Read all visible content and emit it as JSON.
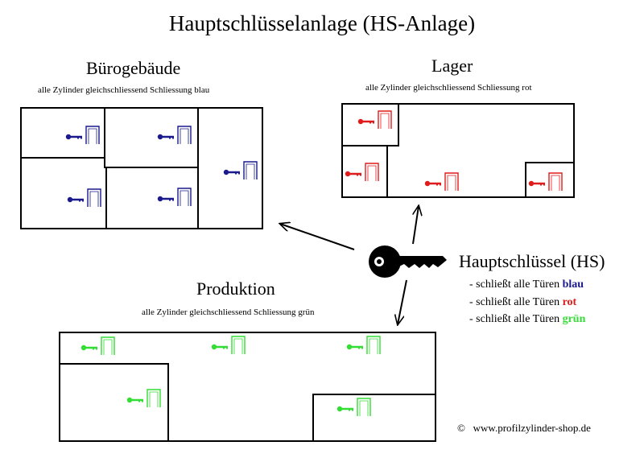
{
  "title": "Hauptschlüsselanlage  (HS-Anlage)",
  "colors": {
    "blau": "#1a1a8c",
    "rot": "#e01b1b",
    "gruen": "#33dd33",
    "line": "#000000"
  },
  "sections": {
    "buero": {
      "title": "Bürogebäude",
      "subtitle": "alle Zylinder gleichschliessend Schliessung blau",
      "color_key": "blau",
      "door_count": 5
    },
    "lager": {
      "title": "Lager",
      "subtitle": "alle Zylinder gleichschliessend Schliessung rot",
      "color_key": "rot",
      "door_count": 4
    },
    "produktion": {
      "title": "Produktion",
      "subtitle": "alle Zylinder gleichschliessend Schliessung grün",
      "color_key": "gruen",
      "door_count": 5
    }
  },
  "master_key": {
    "title": "Hauptschlüssel (HS)",
    "icon": "master-key-icon",
    "bullets": [
      {
        "prefix": "- schließt alle Türen ",
        "color_word": "blau",
        "color_key": "blau"
      },
      {
        "prefix": "- schließt alle Türen ",
        "color_word": "rot",
        "color_key": "rot"
      },
      {
        "prefix": "- schließt alle Türen ",
        "color_word": "grün",
        "color_key": "gruen"
      }
    ]
  },
  "copyright": {
    "symbol": "©",
    "text": "www.profilzylinder-shop.de"
  }
}
